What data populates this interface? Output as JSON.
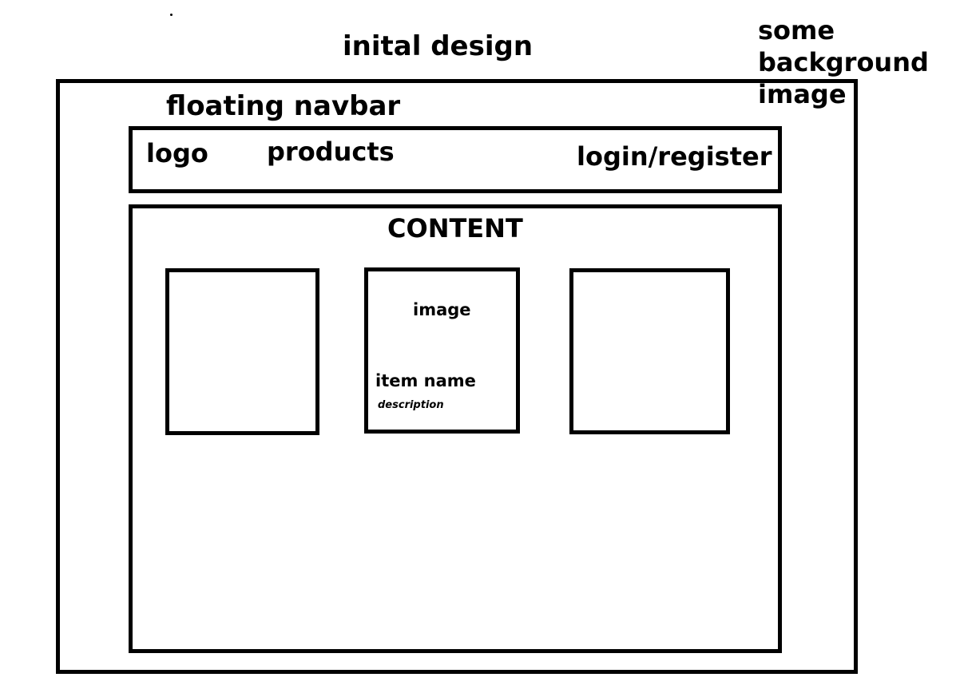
{
  "heading": "inital design",
  "background_note": [
    "some",
    "background",
    "image"
  ],
  "navbar": {
    "caption": "floating navbar",
    "logo": "logo",
    "products": "products",
    "login_register": "login/register"
  },
  "content": {
    "title": "CONTENT",
    "featured_card": {
      "image_label": "image",
      "item_name": "item name",
      "description": "description"
    }
  }
}
